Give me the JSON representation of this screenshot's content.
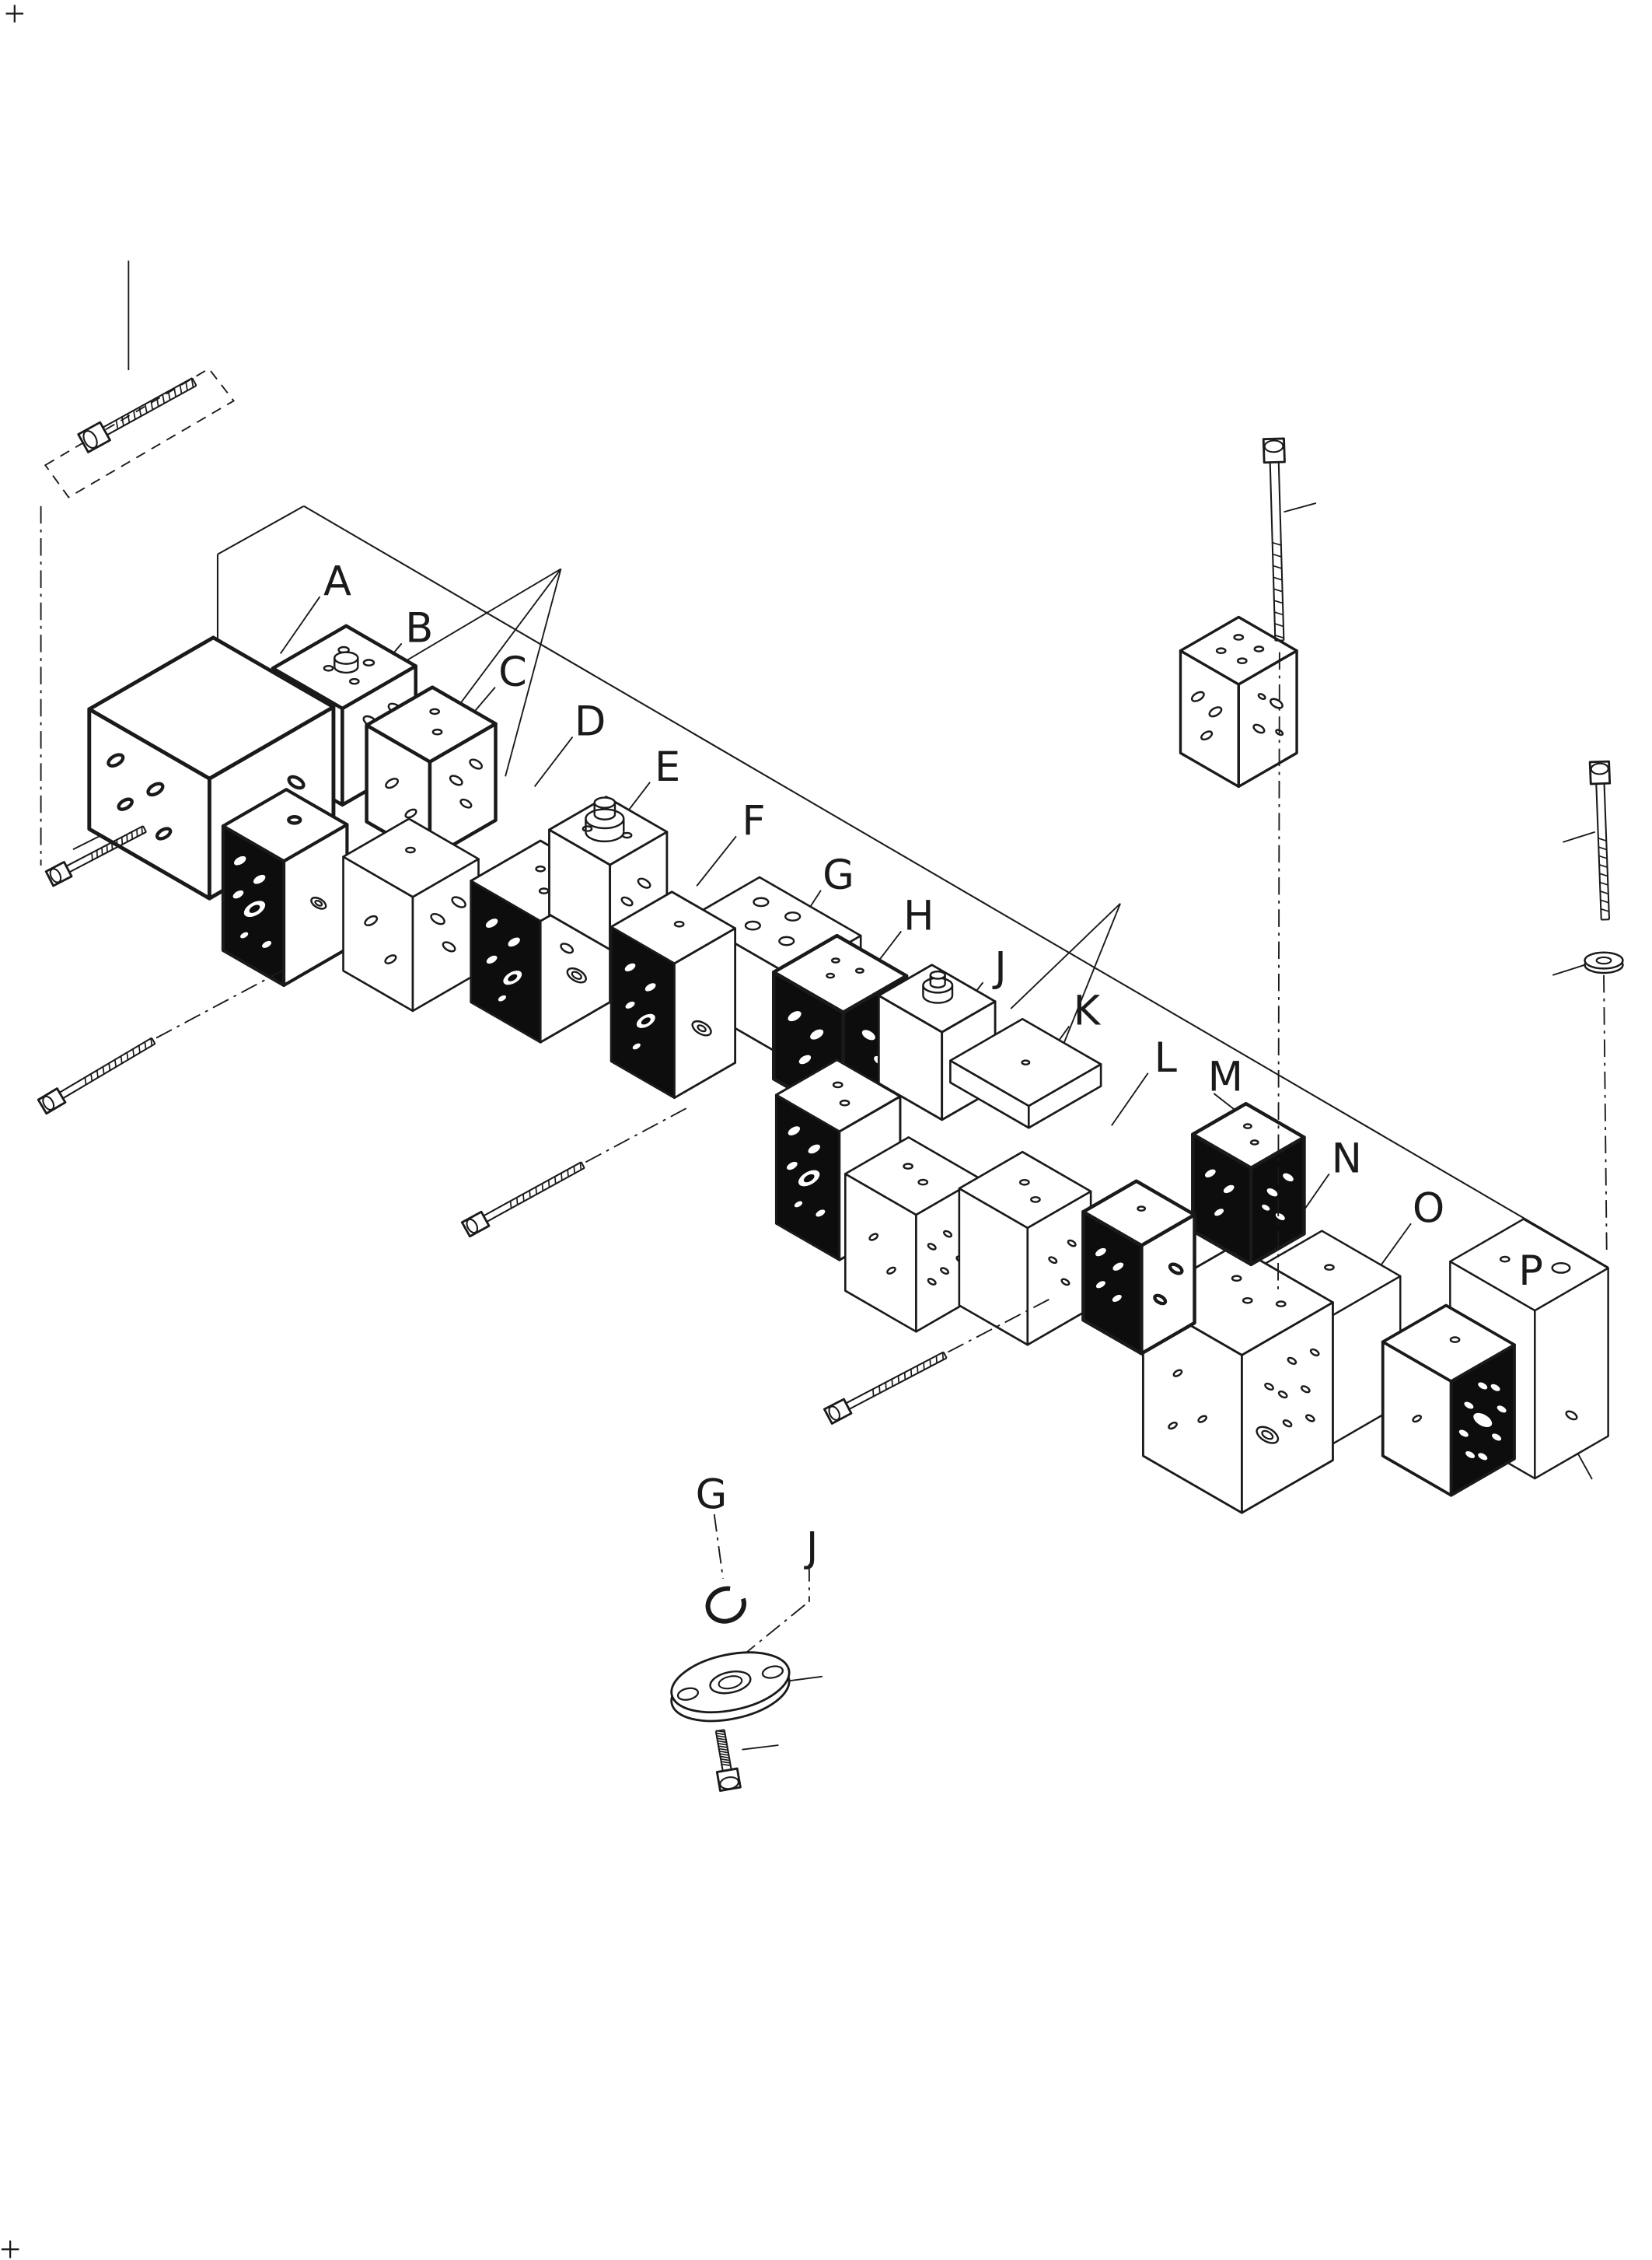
{
  "figure": {
    "callouts_main": [
      "A",
      "B",
      "C",
      "D",
      "E",
      "F",
      "G",
      "H",
      "J",
      "K",
      "L",
      "M",
      "N",
      "O",
      "P"
    ],
    "callouts_detail": [
      "G",
      "J"
    ],
    "colors": {
      "line": "#1a1a1a",
      "background": "#ffffff",
      "dark_face": "#0d0d0d"
    }
  }
}
